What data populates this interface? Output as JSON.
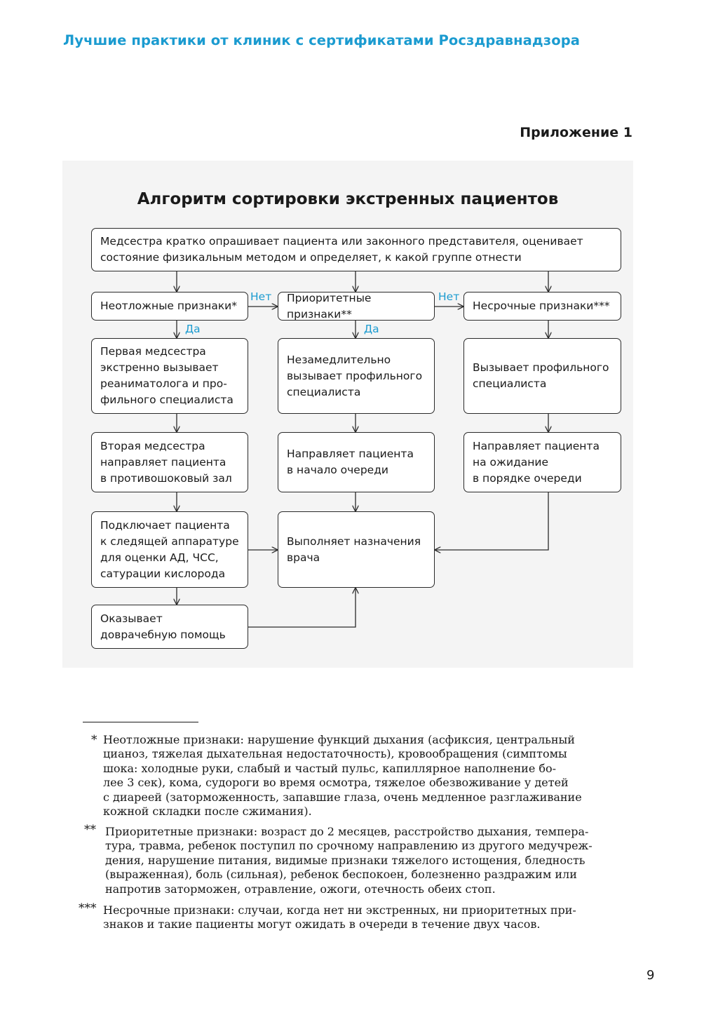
{
  "header": {
    "title": "Лучшие практики от клиник с сертификатами Росздравнадзора"
  },
  "appendix": "Приложение 1",
  "diagram": {
    "title": "Алгоритм сортировки экстренных пациентов",
    "top": "Медсестра кратко опрашивает пациента или законного представителя, оценивает\nсостояние физикальным методом и определяет, к какой группе отнести",
    "col1": {
      "head": "Неотложные признаки*",
      "step1": "Первая медсестра\nэкстренно вызывает\nреаниматолога и про-\nфильного специалиста",
      "step2": "Вторая медсестра\nнаправляет пациента\nв противошоковый зал",
      "step3": "Подключает пациента\nк следящей аппаратуре\nдля оценки АД, ЧСС,\nсатурации кислорода",
      "step4": "Оказывает\nдоврачебную помощь"
    },
    "col2": {
      "head": "Приоритетные признаки**",
      "step1": "Незамедлительно\nвызывает профильного\nспециалиста",
      "step2": "Направляет пациента\nв начало очереди",
      "step3": "Выполняет назначения\nврача"
    },
    "col3": {
      "head": "Несрочные признаки***",
      "step1": "Вызывает профильного\nспециалиста",
      "step2": "Направляет пациента\nна ожидание\nв порядке очереди"
    },
    "labels": {
      "no": "Нет",
      "yes": "Да"
    }
  },
  "footnotes": [
    {
      "mark": "*",
      "text": "Неотложные признаки: нарушение функций дыхания (асфиксия, центральный\nцианоз, тяжелая дыхательная недостаточность), кровообращения (симптомы\nшока: холодные руки, слабый и частый пульс, капиллярное наполнение бо-\nлее 3 сек), кома, судороги во время осмотра, тяжелое обезвоживание у детей\nс диареей (заторможенность, запавшие глаза, очень медленное разглаживание\nкожной складки после сжимания)."
    },
    {
      "mark": "**",
      "text": "Приоритетные признаки: возраст до 2 месяцев, расстройство дыхания, темпера-\nтура, травма, ребенок поступил по срочному направлению из другого медучреж-\nдения, нарушение питания, видимые признаки тяжелого истощения, бледность\n(выраженная), боль (сильная), ребенок беспокоен, болезненно раздражим или\nнапротив заторможен, отравление, ожоги, отечность обеих стоп."
    },
    {
      "mark": "***",
      "text": "Несрочные признаки: случаи, когда нет ни экстренных, ни приоритетных при-\nзнаков и такие пациенты  могут ожидать в очереди в течение двух часов."
    }
  ],
  "page_number": "9"
}
